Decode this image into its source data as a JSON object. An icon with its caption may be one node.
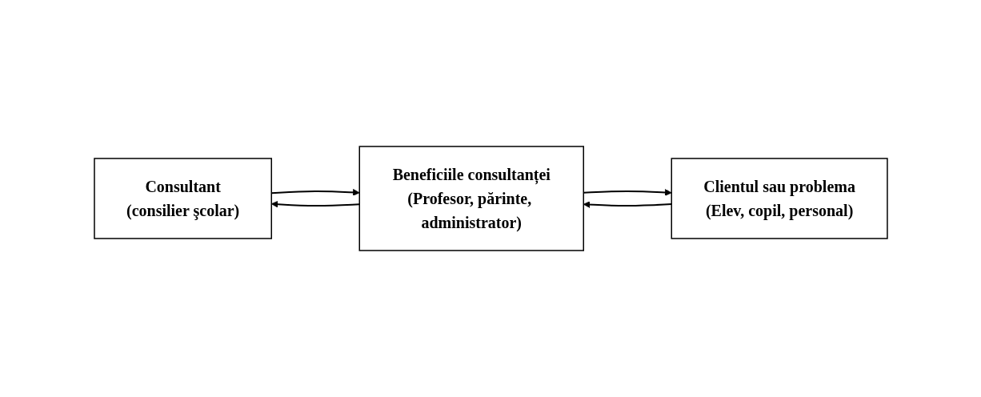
{
  "diagram": {
    "nodes": [
      {
        "text": [
          "Consultant",
          "(consilier şcolar)"
        ]
      },
      {
        "text": [
          "Beneficiile consultanței",
          "(Profesor, părinte, administrator)"
        ]
      },
      {
        "text": [
          "Clientul sau problema",
          "(Elev, copil, personal)"
        ]
      }
    ],
    "edges": [
      {
        "from": 0,
        "to": 1,
        "arrow": "to"
      },
      {
        "from": 1,
        "to": 0,
        "arrow": "to"
      },
      {
        "from": 1,
        "to": 2,
        "arrow": "to"
      },
      {
        "from": 2,
        "to": 1,
        "arrow": "to"
      }
    ]
  }
}
